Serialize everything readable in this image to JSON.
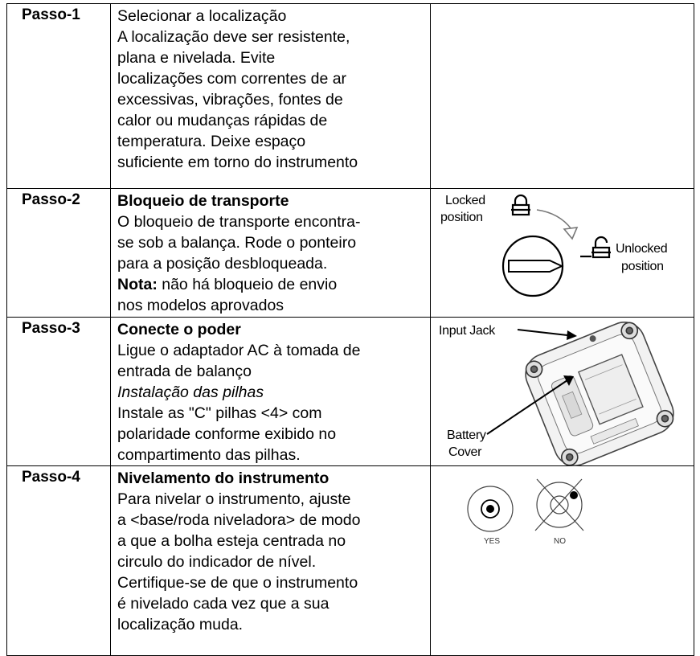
{
  "steps": [
    {
      "label": "Passo-1",
      "title": "Selecionar a localização",
      "body": [
        "A localização deve ser resistente,",
        "plana e nivelada. Evite",
        "localizações com correntes de ar",
        "excessivas, vibrações, fontes de",
        "calor ou mudanças rápidas de",
        "temperatura. Deixe espaço",
        "suficiente em torno do instrumento"
      ]
    },
    {
      "label": "Passo-2",
      "title": "Bloqueio de transporte",
      "body": [
        "O bloqueio de transporte encontra-",
        "se sob a balança. Rode o ponteiro",
        "para a posição desbloqueada."
      ],
      "note_label": "Nota:",
      "note_text": " não há bloqueio de envio",
      "note_line2": "nos modelos aprovados",
      "figure": {
        "locked_line1": "Locked",
        "locked_line2": "position",
        "unlocked_line1": "Unlocked",
        "unlocked_line2": "position"
      }
    },
    {
      "label": "Passo-3",
      "title": "Conecte o poder",
      "body": [
        "Ligue o adaptador AC à tomada de",
        "entrada de balanço"
      ],
      "subtitle": "Instalação das pilhas",
      "body2": [
        "Instale as \"C\" pilhas <4>  com",
        "polaridade conforme exibido no",
        "compartimento das pilhas."
      ],
      "figure": {
        "input_jack": "Input Jack",
        "battery_line1": "Battery",
        "battery_line2": "Cover"
      }
    },
    {
      "label": "Passo-4",
      "title": "Nivelamento do instrumento",
      "body": [
        "Para nivelar o instrumento, ajuste",
        "a <base/roda niveladora> de modo",
        "a que a bolha esteja centrada no",
        "circulo do indicador de nível.",
        "Certifique-se de que o instrumento",
        "é nivelado cada vez que a sua",
        "localização muda."
      ],
      "figure": {
        "yes": "YES",
        "no": "NO"
      }
    }
  ]
}
